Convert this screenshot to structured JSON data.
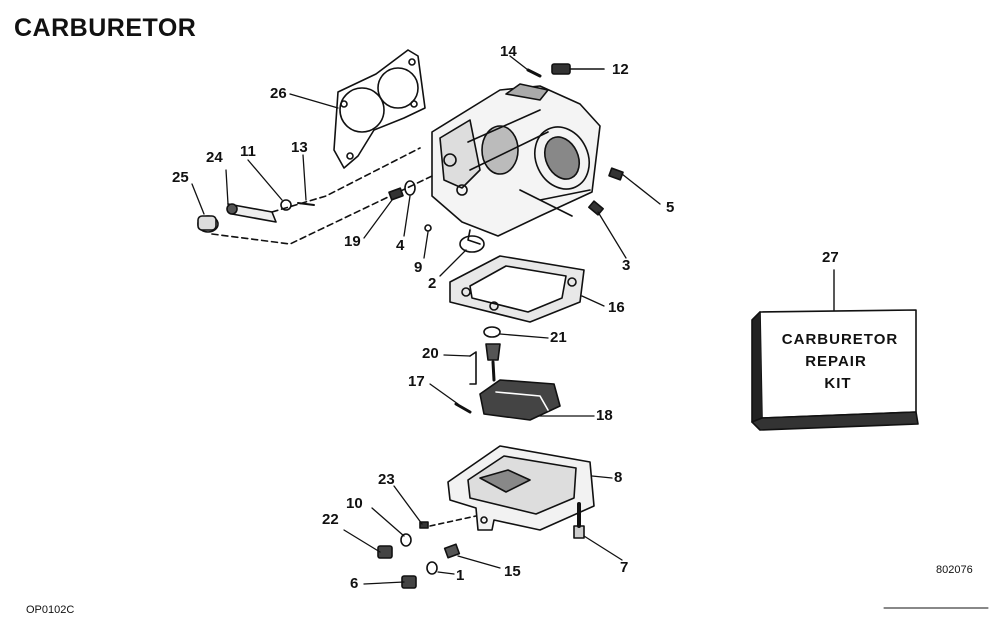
{
  "title": "CARBURETOR",
  "figure_code": "802076",
  "doc_code": "OP0102C",
  "kit": {
    "line1": "CARBURETOR",
    "line2": "REPAIR",
    "line3": "KIT"
  },
  "callouts": {
    "c1": "1",
    "c2": "2",
    "c3": "3",
    "c4": "4",
    "c5": "5",
    "c6": "6",
    "c7": "7",
    "c8": "8",
    "c9": "9",
    "c10": "10",
    "c11": "11",
    "c12": "12",
    "c13": "13",
    "c14": "14",
    "c15": "15",
    "c16": "16",
    "c17": "17",
    "c18": "18",
    "c19": "19",
    "c20": "20",
    "c21": "21",
    "c22": "22",
    "c23": "23",
    "c24": "24",
    "c25": "25",
    "c26": "26",
    "c27": "27"
  }
}
